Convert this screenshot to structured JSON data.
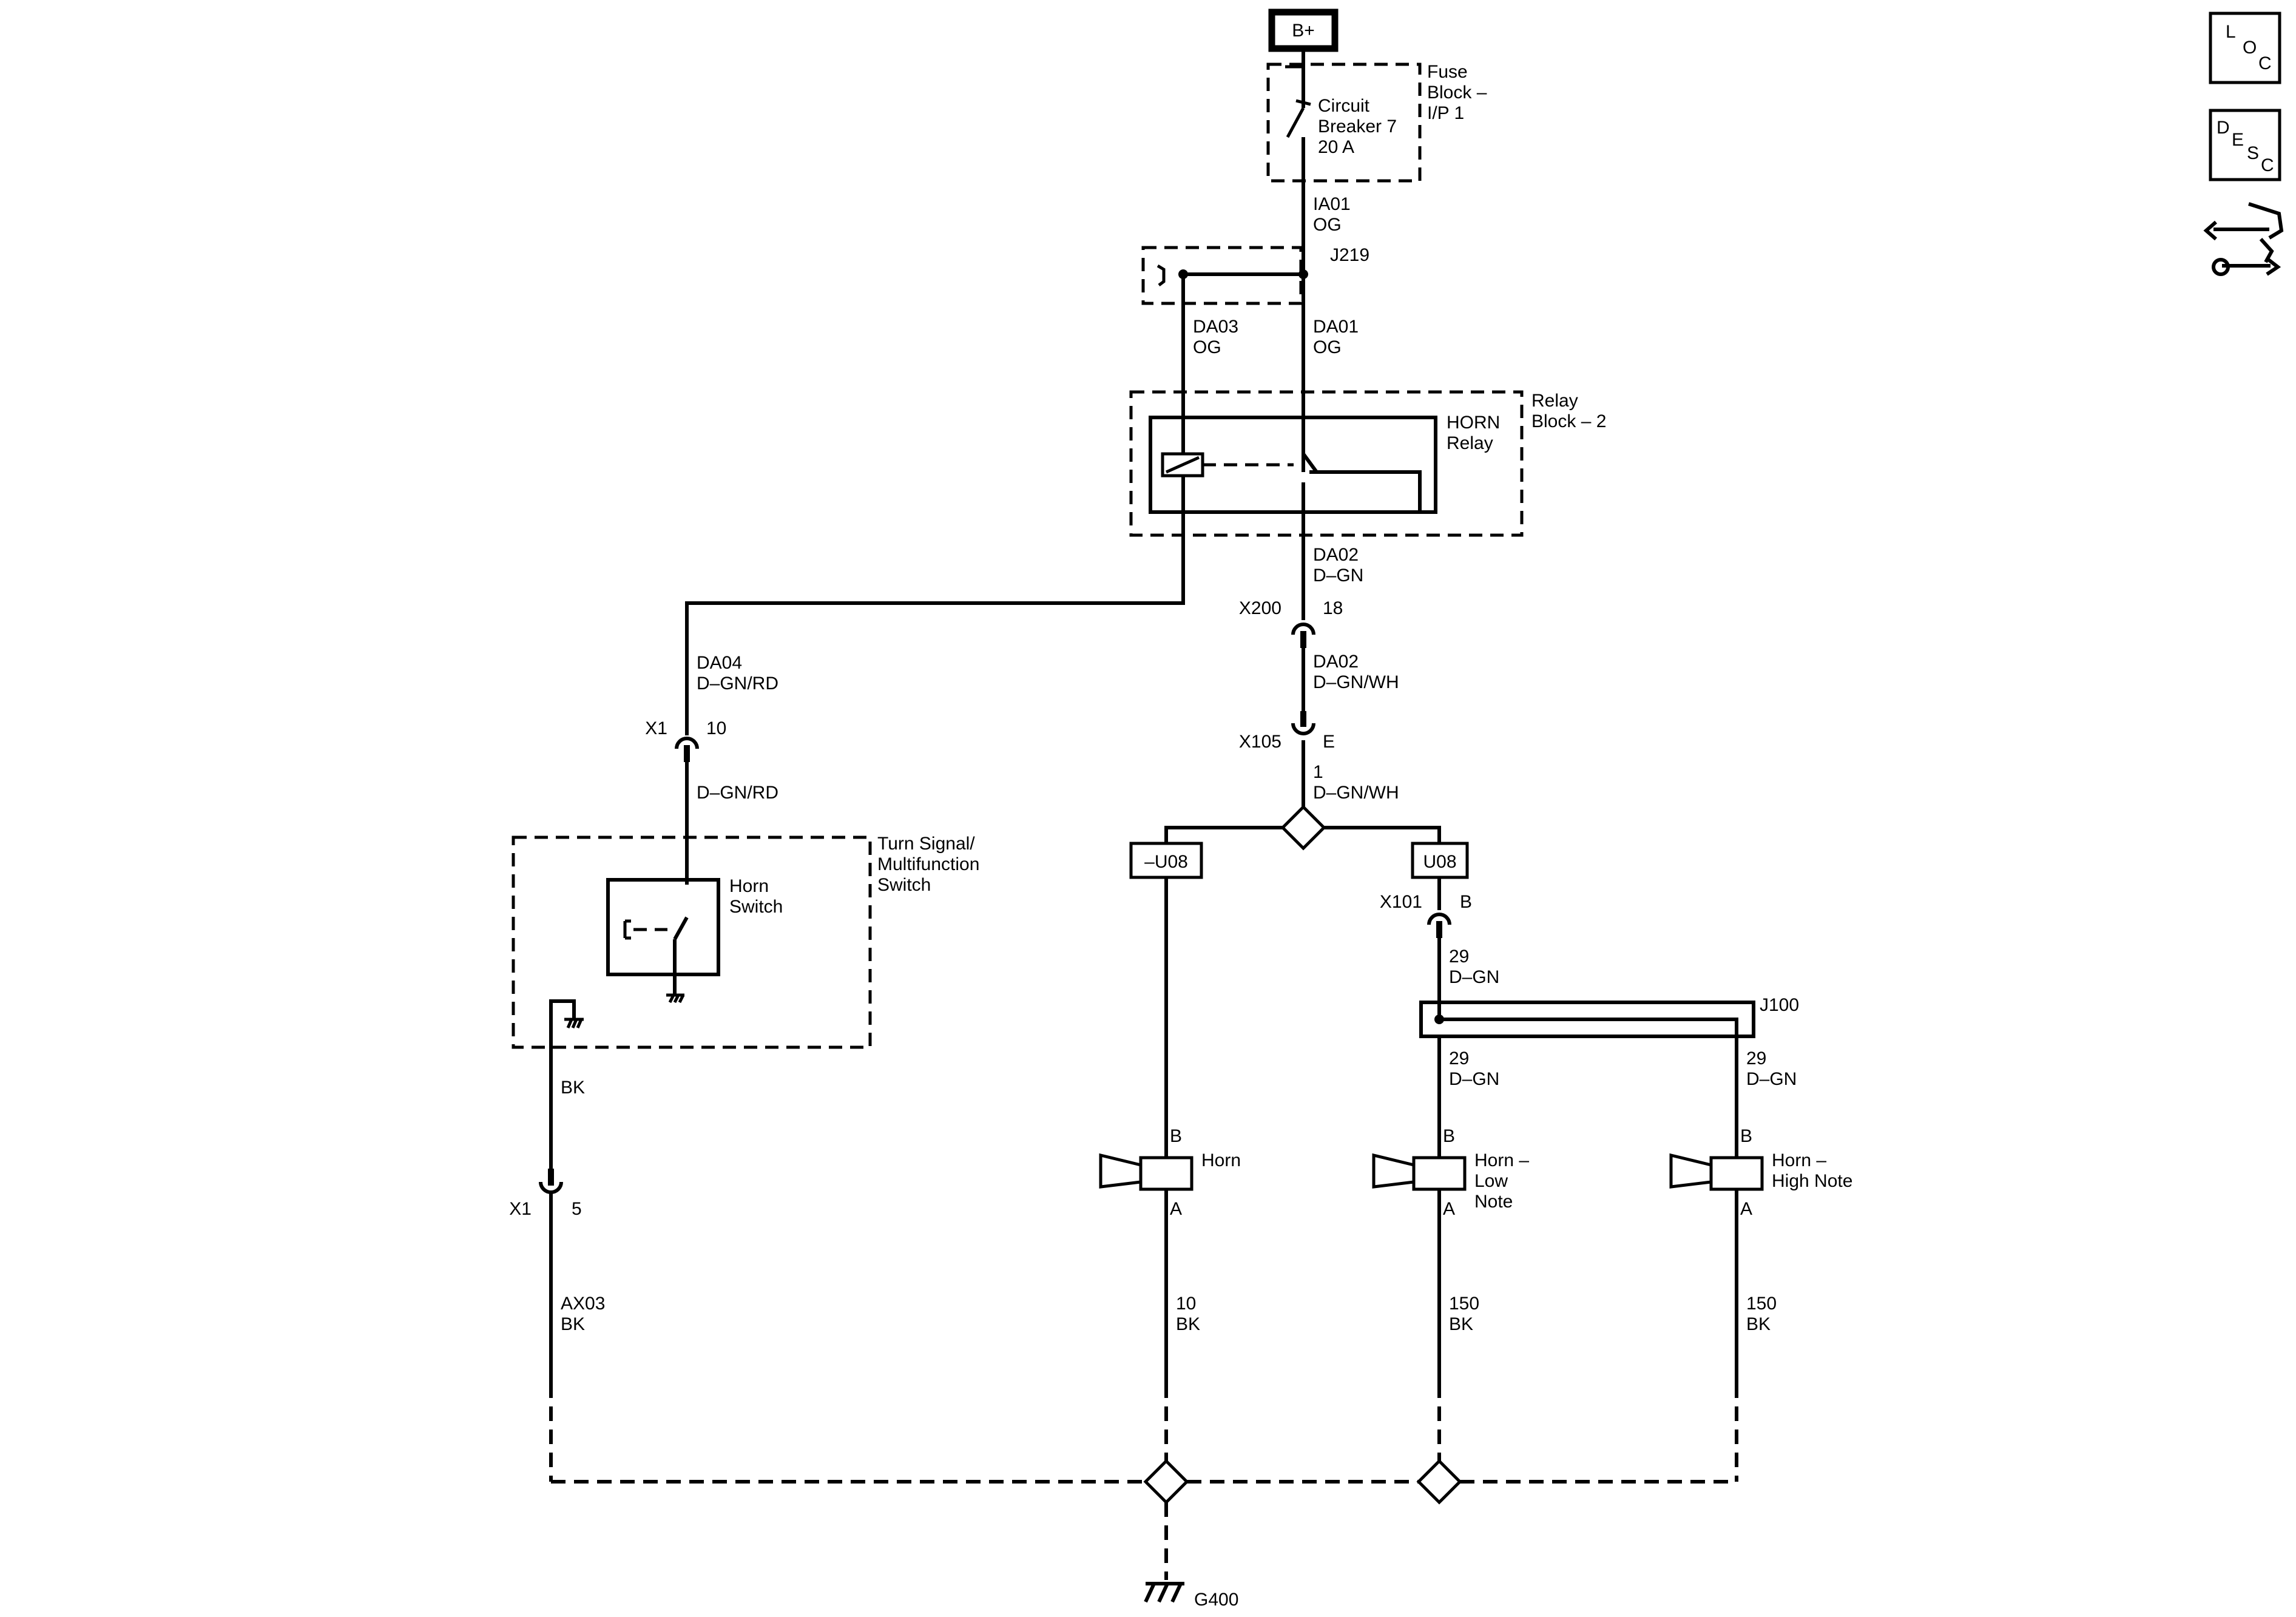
{
  "header": {
    "power": "B+"
  },
  "nav_icons": [
    {
      "name": "location-icon",
      "glyph": [
        "L",
        "O",
        "C"
      ]
    },
    {
      "name": "description-icon",
      "glyph": [
        "D",
        "E",
        "S",
        "C"
      ]
    },
    {
      "name": "service-tool-icon"
    }
  ],
  "fuse_block": {
    "name": [
      "Fuse",
      "Block –",
      "I/P 1"
    ]
  },
  "circuit_breaker": {
    "name": [
      "Circuit",
      "Breaker 7",
      "20 A"
    ]
  },
  "splice_j219": "J219",
  "relay_block": {
    "name": [
      "Relay",
      "Block – 2"
    ]
  },
  "horn_relay": {
    "name": [
      "HORN",
      "Relay"
    ]
  },
  "turn_signal": {
    "name": [
      "Turn Signal/",
      "Multifunction",
      "Switch"
    ]
  },
  "horn_switch": {
    "name": [
      "Horn",
      "Switch"
    ]
  },
  "splice_j100": "J100",
  "options": {
    "without": "–U08",
    "with": "U08"
  },
  "horns": [
    {
      "id": "horn",
      "name": [
        "Horn"
      ],
      "pin_top": "B",
      "pin_bottom": "A"
    },
    {
      "id": "horn-low",
      "name": [
        "Horn –",
        "Low",
        "Note"
      ],
      "pin_top": "B",
      "pin_bottom": "A"
    },
    {
      "id": "horn-high",
      "name": [
        "Horn –",
        "High Note"
      ],
      "pin_top": "B",
      "pin_bottom": "A"
    }
  ],
  "connectors": {
    "x200": {
      "name": "X200",
      "pin": "18"
    },
    "x105": {
      "name": "X105",
      "pin": "E"
    },
    "x1_top": {
      "name": "X1",
      "pin": "10"
    },
    "x1_bottom": {
      "name": "X1",
      "pin": "5"
    },
    "x101": {
      "name": "X101",
      "pin": "B"
    }
  },
  "circuits": {
    "ia01": [
      "IA01",
      "OG"
    ],
    "da03": [
      "DA03",
      "OG"
    ],
    "da01": [
      "DA01",
      "OG"
    ],
    "da02_top": [
      "DA02",
      "D–GN"
    ],
    "da02_mid": [
      "DA02",
      "D–GN/WH"
    ],
    "c1": [
      "1",
      "D–GN/WH"
    ],
    "da04": [
      "DA04",
      "D–GN/RD"
    ],
    "dgnrd": [
      "D–GN/RD"
    ],
    "bk": [
      "BK"
    ],
    "ax03": [
      "AX03",
      "BK"
    ],
    "c29_a": [
      "29",
      "D–GN"
    ],
    "c29_b": [
      "29",
      "D–GN"
    ],
    "c29_c": [
      "29",
      "D–GN"
    ],
    "c10": [
      "10",
      "BK"
    ],
    "c150_a": [
      "150",
      "BK"
    ],
    "c150_b": [
      "150",
      "BK"
    ]
  },
  "ground": "G400"
}
